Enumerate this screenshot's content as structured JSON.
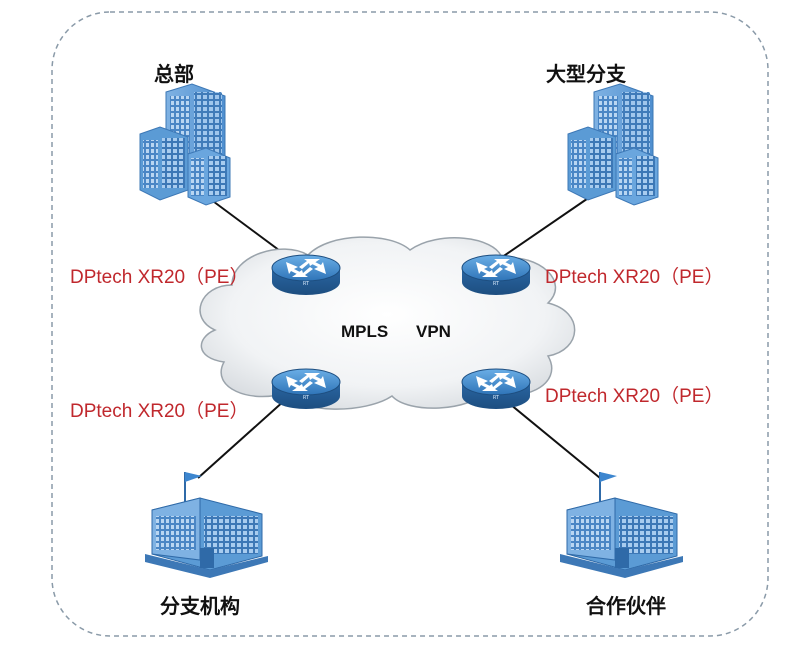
{
  "sites": {
    "hq": "总部",
    "large_branch": "大型分支",
    "branch": "分支机构",
    "partner": "合作伙伴"
  },
  "pe_labels": {
    "top_left": "DPtech XR20（PE）",
    "top_right": "DPtech XR20（PE）",
    "bottom_left": "DPtech XR20（PE）",
    "bottom_right": "DPtech XR20（PE）"
  },
  "cloud": {
    "label_left": "MPLS",
    "label_right": "VPN"
  },
  "router_badge": "RT",
  "colors": {
    "pe_label": "#c0282d",
    "border": "#8a9aa8",
    "router": "#3f86c8",
    "building": "#5b9bd5"
  }
}
